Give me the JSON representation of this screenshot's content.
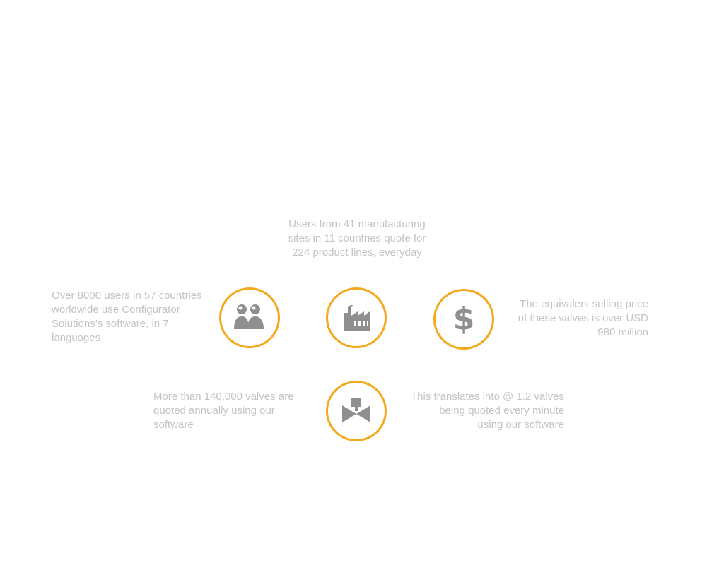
{
  "stats": {
    "sites": {
      "text": "Users from  41 manufacturing\nsites in 11 countries quote for\n224 product lines, everyday",
      "icon": "factory-icon"
    },
    "users": {
      "text": "Over  8000 users in 57 countries\nworldwide use  Configurator\nSolutions’s software, in 7\nlanguages",
      "icon": "users-icon"
    },
    "price": {
      "text": "The equivalent selling price\nof these valves is over USD\n980 million",
      "icon": "dollar-icon",
      "glyph": "$"
    },
    "annual": {
      "text": "More than 140,000 valves are\nquoted annually using our\nsoftware",
      "icon": "valve-icon"
    },
    "per_minute": {
      "text": "This translates into @ 1.2 valves\nbeing quoted every minute\nusing our software"
    }
  },
  "colors": {
    "accent": "#f4a81c",
    "icon": "#8f8f8f",
    "text": "#c4c4c4",
    "background": "#ffffff"
  }
}
